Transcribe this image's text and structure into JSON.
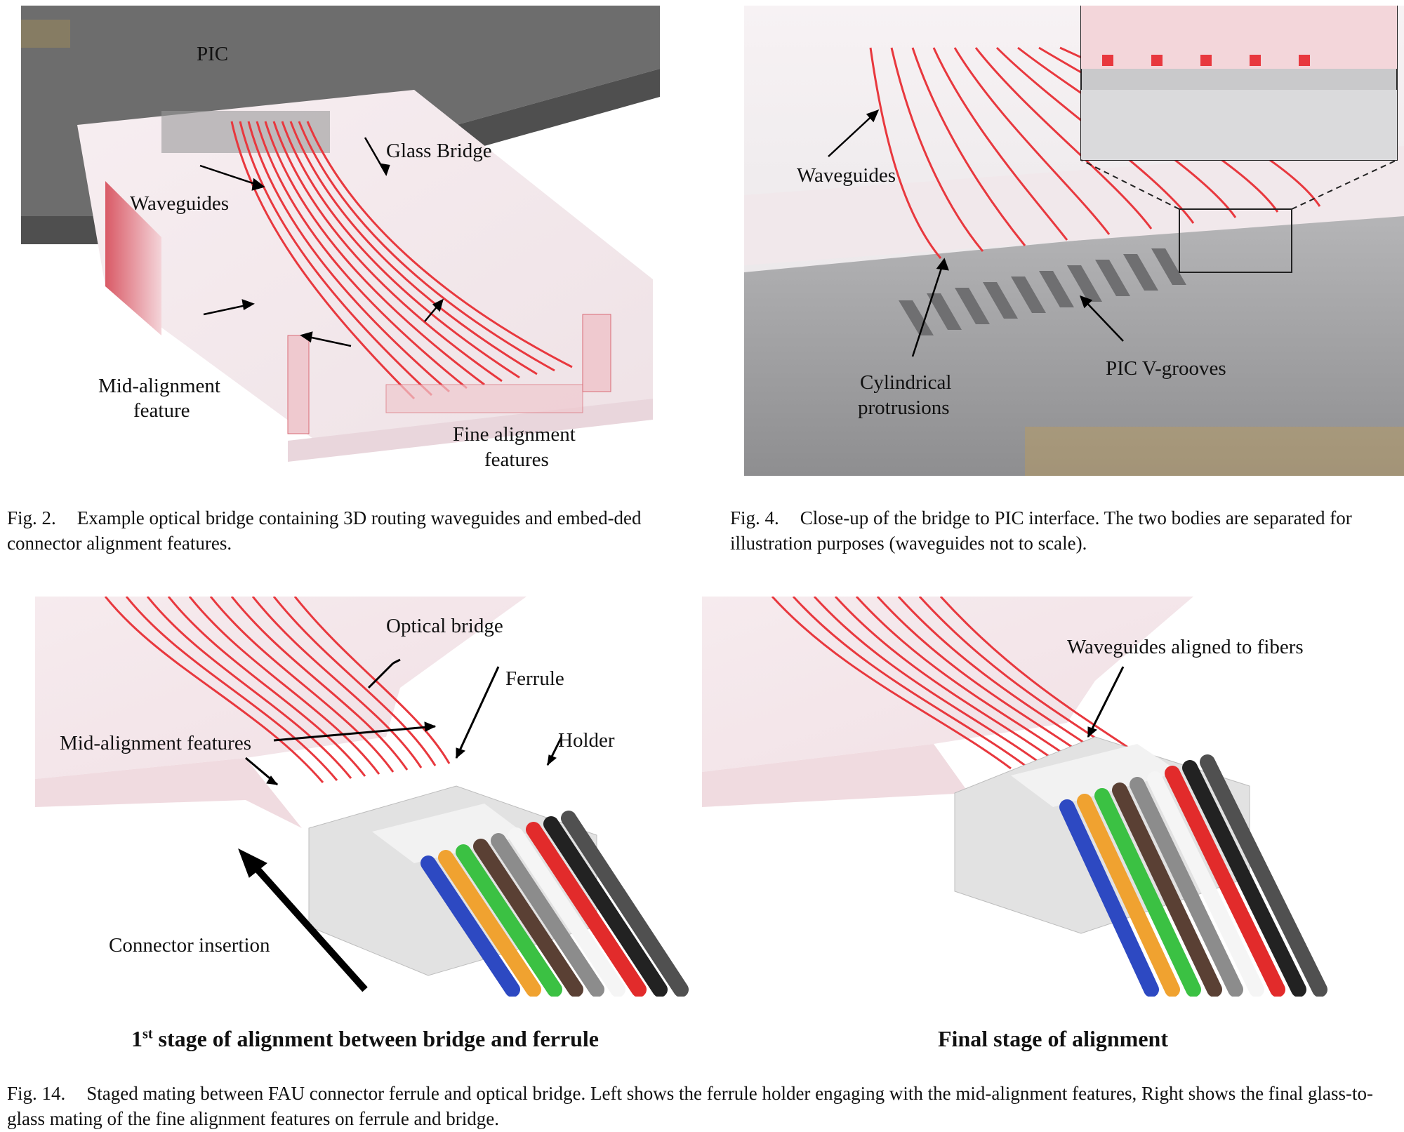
{
  "fig2": {
    "labels": {
      "pic": "PIC",
      "glass_bridge": "Glass Bridge",
      "waveguides": "Waveguides",
      "mid_alignment_1": "Mid-alignment",
      "mid_alignment_2": "feature",
      "fine_alignment_1": "Fine alignment",
      "fine_alignment_2": "features"
    },
    "caption_num": "Fig. 2.",
    "caption_text": "Example optical bridge containing 3D routing waveguides and embed-ded connector alignment features."
  },
  "fig4": {
    "labels": {
      "waveguides": "Waveguides",
      "cylindrical_1": "Cylindrical",
      "cylindrical_2": "protrusions",
      "pic_vgrooves": "PIC V-grooves"
    },
    "caption_num": "Fig. 4.",
    "caption_text": "Close-up of the bridge to PIC interface. The two bodies are separated for illustration purposes (waveguides not to scale)."
  },
  "fig14": {
    "labels": {
      "optical_bridge": "Optical bridge",
      "ferrule": "Ferrule",
      "holder": "Holder",
      "mid_alignment_features": "Mid-alignment features",
      "connector_insertion": "Connector insertion",
      "waveguides_aligned": "Waveguides aligned to fibers"
    },
    "stage_left_prefix": "1",
    "stage_left_sup": "st",
    "stage_left_rest": " stage of alignment between bridge and ferrule",
    "stage_right": "Final stage of alignment",
    "caption_num": "Fig. 14.",
    "caption_text": "Staged mating between FAU connector ferrule and optical bridge. Left shows the ferrule holder engaging with the mid-alignment features, Right shows the final glass-to-glass mating of the fine alignment features on ferrule and bridge."
  },
  "colors": {
    "waveguide": "#e8383e",
    "pic_gray": "#6b6b6b",
    "glass": "#f4e6ea"
  }
}
